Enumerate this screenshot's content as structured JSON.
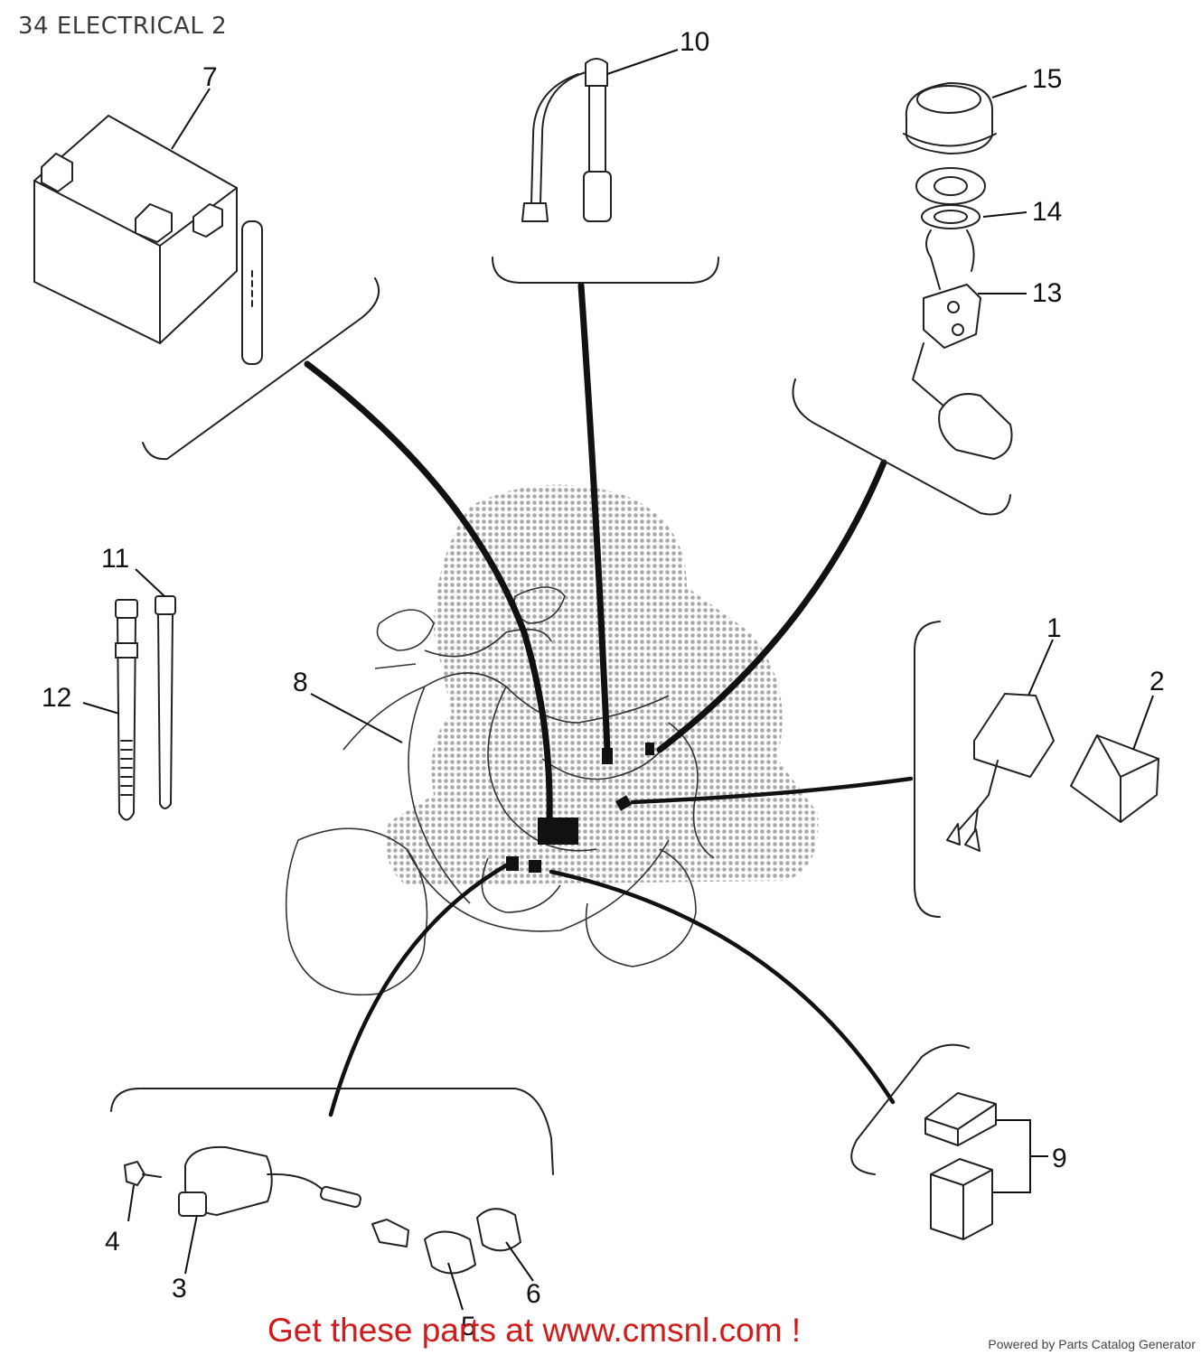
{
  "header": {
    "title": "34 ELECTRICAL 2"
  },
  "watermark": {
    "text": "Get these parts at www.cmsnl.com !"
  },
  "footer": {
    "powered_by": "Powered by Parts Catalog Generator"
  },
  "callouts": {
    "c1": "1",
    "c2": "2",
    "c3": "3",
    "c4": "4",
    "c5": "5",
    "c6": "6",
    "c7": "7",
    "c8": "8",
    "c9": "9",
    "c10": "10",
    "c11": "11",
    "c12": "12",
    "c13": "13",
    "c14": "14",
    "c15": "15"
  },
  "colors": {
    "line": "#222222",
    "promo": "#d11a1a",
    "halftone": "#b0b0b0"
  }
}
